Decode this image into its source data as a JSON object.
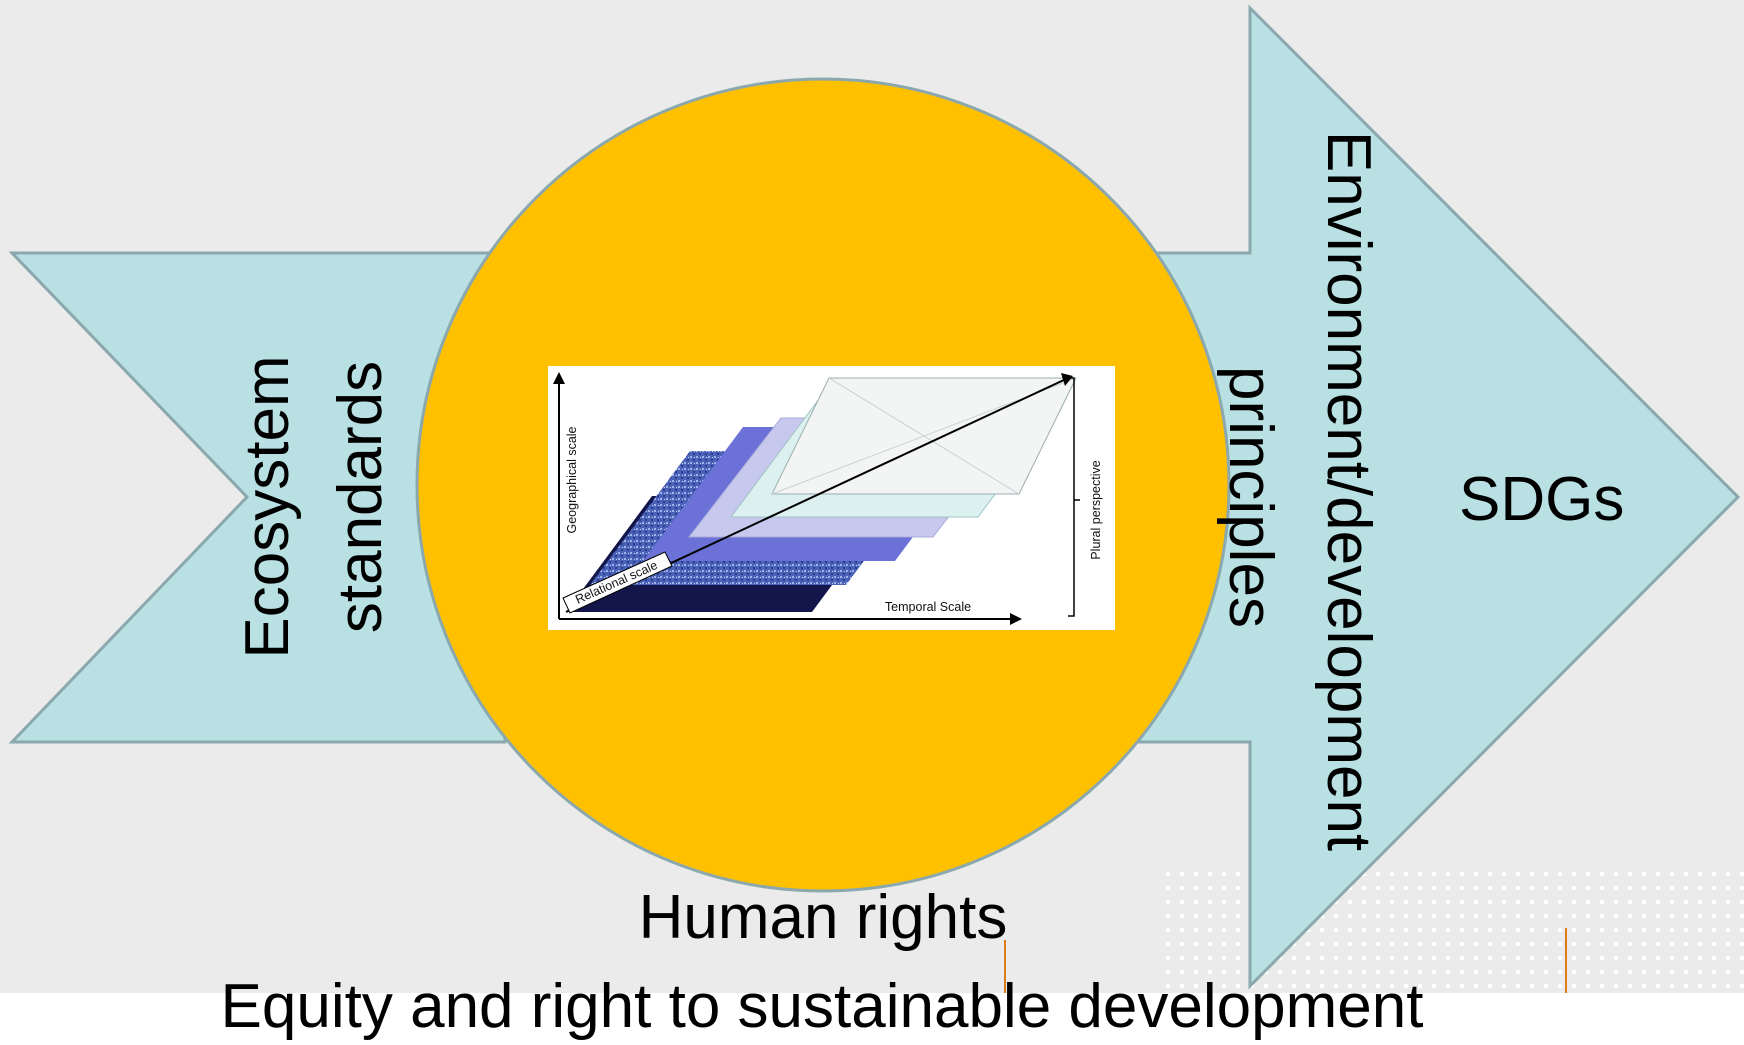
{
  "labels": {
    "ecosystem_line1": "Ecosystem",
    "ecosystem_line2": "standards",
    "principles": "principles",
    "environment_development": "Environment/development",
    "sdgs": "SDGs",
    "human_rights": "Human rights",
    "equity": "Equity and right to sustainable development"
  },
  "inset": {
    "geographical_scale": "Geographical scale",
    "relational_scale": "Relational scale",
    "temporal_scale": "Temporal Scale",
    "plural_perspective": "Plural perspective"
  },
  "colors": {
    "background": "#ebebeb",
    "arrow_fill": "#b9e0e2",
    "arrow_stroke": "#8aa8ad",
    "circle_fill": "#ffc000",
    "accent_line": "#e07b1a",
    "layer_navy": "#13164a",
    "layer_blue": "#6b71d6",
    "layer_lavender": "#c6c8ee",
    "layer_pale": "#dcf0f0",
    "layer_white": "#f3f4f4"
  }
}
